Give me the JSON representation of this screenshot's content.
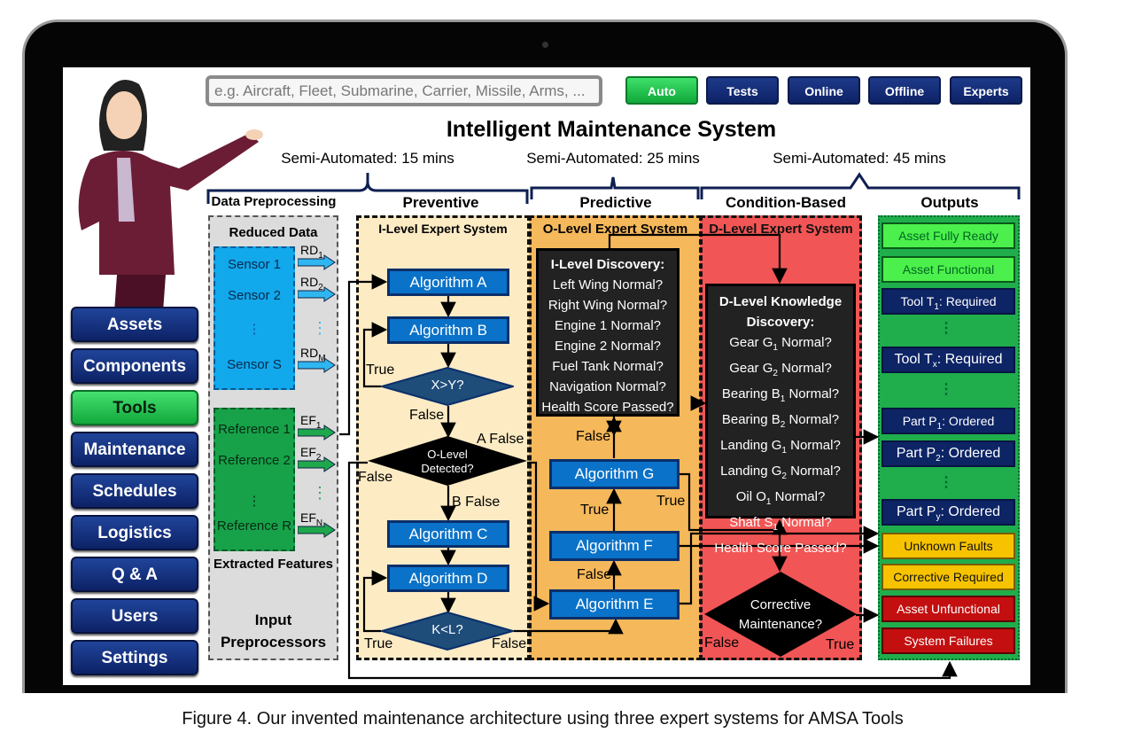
{
  "search": {
    "placeholder": "e.g. Aircraft, Fleet, Submarine, Carrier, Missile, Arms, ..."
  },
  "toolbar": [
    "Auto",
    "Tests",
    "Online",
    "Offline",
    "Experts"
  ],
  "title": "Intelligent Maintenance System",
  "semi": [
    "Semi-Automated: 15 mins",
    "Semi-Automated: 25 mins",
    "Semi-Automated: 45 mins"
  ],
  "headers": [
    "Data Preprocessing",
    "Preventive",
    "Predictive",
    "Condition-Based",
    "Outputs"
  ],
  "sidebar": [
    "Assets",
    "Components",
    "Tools",
    "Maintenance",
    "Schedules",
    "Logistics",
    "Q & A",
    "Users",
    "Settings"
  ],
  "colors": {
    "navy": "#0e2266",
    "green": "#12a83c",
    "blue": "#0a72c8",
    "beige": "#fdebc4",
    "orange": "#f5b85a",
    "red": "#f25555",
    "outgreen": "#1fae4b"
  },
  "pre": {
    "reduced": "Reduced Data",
    "sensors": [
      "Sensor 1",
      "Sensor 2",
      "⋮",
      "Sensor S"
    ],
    "rd": [
      {
        "t": "RD",
        "s": "1"
      },
      {
        "t": "RD",
        "s": "2"
      },
      {
        "t": "RD",
        "s": "M"
      }
    ],
    "refs": [
      "Reference 1",
      "Reference 2",
      "⋮",
      "Reference R"
    ],
    "ef": [
      {
        "t": "EF",
        "s": "1"
      },
      {
        "t": "EF",
        "s": "2"
      },
      {
        "t": "EF",
        "s": "N"
      }
    ],
    "extracted": "Extracted Features",
    "input1": "Input",
    "input2": "Preprocessors"
  },
  "ilevel": {
    "title": "I-Level Expert System",
    "a": "Algorithm A",
    "b": "Algorithm B",
    "xy": "X>Y?",
    "true1": "True",
    "false1": "False",
    "olevel1": "O-Level",
    "olevel2": "Detected?",
    "afalse": "A False",
    "false2": "False",
    "bfalse": "B False",
    "c": "Algorithm C",
    "d": "Algorithm D",
    "kl": "K<L?",
    "true2": "True",
    "false3": "False"
  },
  "olevel": {
    "title": "O-Level Expert System",
    "disc_title": "I-Level Discovery:",
    "disc": [
      "Left Wing Normal?",
      "Right Wing Normal?",
      "Engine 1 Normal?",
      "Engine 2 Normal?",
      "Fuel Tank Normal?",
      "Navigation Normal?",
      "Health Score Passed?"
    ],
    "false1": "False",
    "g": "Algorithm G",
    "true1": "True",
    "true2": "True",
    "f": "Algorithm F",
    "false2": "False",
    "e": "Algorithm E"
  },
  "dlevel": {
    "title": "D-Level Expert System",
    "disc_title1": "D-Level Knowledge",
    "disc_title2": "Discovery:",
    "disc": [
      {
        "t": "Gear G",
        "s": "1",
        "p": " Normal?"
      },
      {
        "t": "Gear G",
        "s": "2",
        "p": " Normal?"
      },
      {
        "t": "Bearing B",
        "s": "1",
        "p": " Normal?"
      },
      {
        "t": "Bearing B",
        "s": "2",
        "p": " Normal?"
      },
      {
        "t": "Landing G",
        "s": "1",
        "p": " Normal?"
      },
      {
        "t": "Landing G",
        "s": "2",
        "p": " Normal?"
      },
      {
        "t": "Oil O",
        "s": "1",
        "p": " Normal?"
      },
      {
        "t": "Shaft S",
        "s": "1",
        "p": " Normal?"
      },
      {
        "t": "Health Score Passed?",
        "s": "",
        "p": ""
      }
    ],
    "cm1": "Corrective",
    "cm2": "Maintenance?",
    "false": "False",
    "true": "True"
  },
  "outputs": [
    {
      "t": "Asset Fully Ready",
      "s": "",
      "p": "",
      "kind": "lime"
    },
    {
      "t": "Asset Functional",
      "s": "",
      "p": "",
      "kind": "lime"
    },
    {
      "t": "Tool T",
      "s": "1",
      "p": ": Required",
      "kind": "navy"
    },
    {
      "t": "Tool T",
      "s": "x",
      "p": ": Required",
      "kind": "navy"
    },
    {
      "t": "Part P",
      "s": "1",
      "p": ": Ordered",
      "kind": "navy"
    },
    {
      "t": "Part P",
      "s": "2",
      "p": ": Ordered",
      "kind": "navy"
    },
    {
      "t": "Part P",
      "s": "y",
      "p": ": Ordered",
      "kind": "navy"
    },
    {
      "t": "Unknown Faults",
      "s": "",
      "p": "",
      "kind": "yellow"
    },
    {
      "t": "Corrective Required",
      "s": "",
      "p": "",
      "kind": "yellow"
    },
    {
      "t": "Asset Unfunctional",
      "s": "",
      "p": "",
      "kind": "darkred"
    },
    {
      "t": "System Failures",
      "s": "",
      "p": "",
      "kind": "darkred"
    }
  ],
  "caption": "Figure 4. Our invented maintenance architecture using three expert systems for AMSA Tools"
}
